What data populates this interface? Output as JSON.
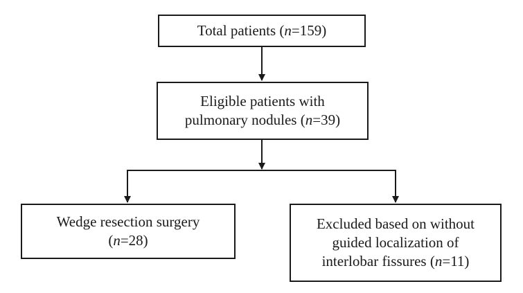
{
  "boxes": {
    "total": {
      "lines": [
        {
          "pre": "Total patients (",
          "n": "n",
          "post": "=159)"
        }
      ]
    },
    "eligible": {
      "lines": [
        {
          "pre": "Eligible patients with",
          "n": "",
          "post": ""
        },
        {
          "pre": "pulmonary nodules (",
          "n": "n",
          "post": "=39)"
        }
      ]
    },
    "wedge": {
      "lines": [
        {
          "pre": "Wedge resection surgery",
          "n": "",
          "post": ""
        },
        {
          "pre": "(",
          "n": "n",
          "post": "=28)"
        }
      ]
    },
    "excluded": {
      "lines": [
        {
          "pre": "Excluded based on without",
          "n": "",
          "post": ""
        },
        {
          "pre": "guided localization of",
          "n": "",
          "post": ""
        },
        {
          "pre": "interlobar fissures (",
          "n": "n",
          "post": "=11)"
        }
      ]
    }
  }
}
